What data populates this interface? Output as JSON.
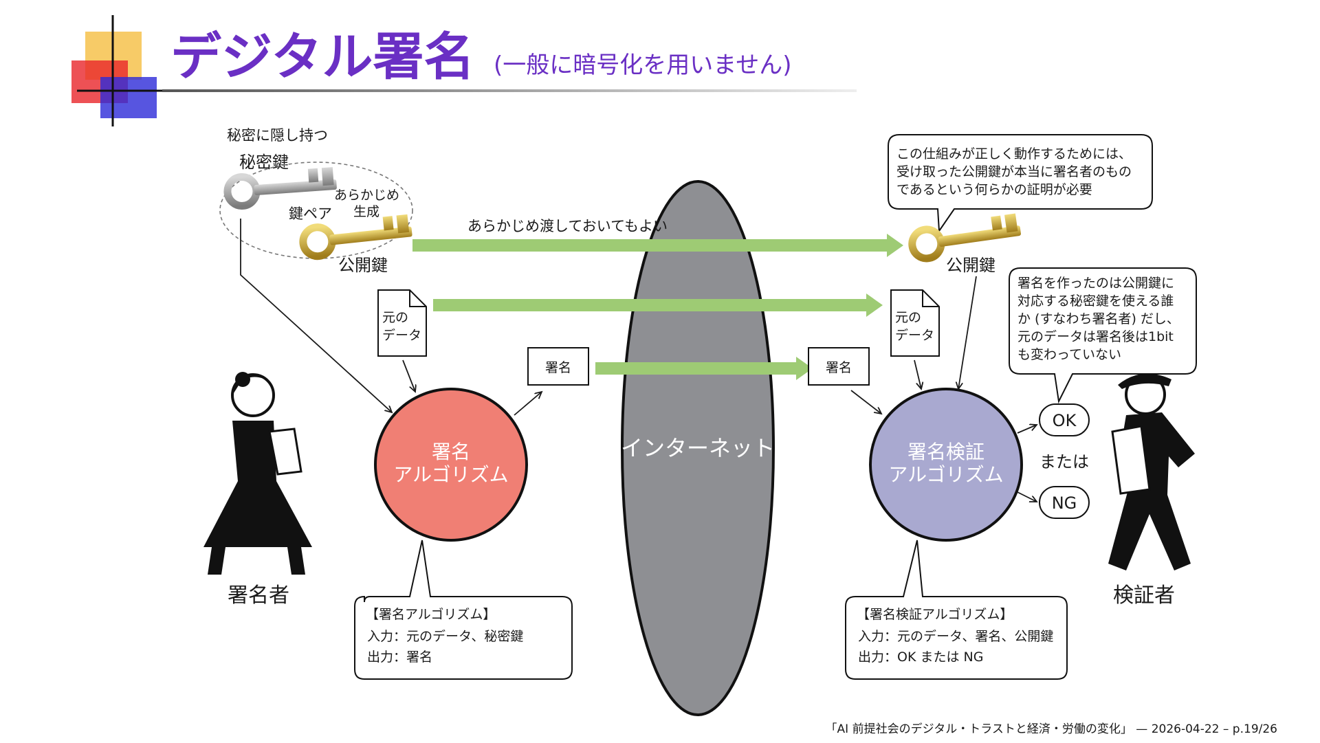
{
  "slide": {
    "title": "デジタル署名",
    "subtitle": "(一般に暗号化を用いません)",
    "footer": "「AI 前提社会のデジタル・トラストと経済・労働の変化」 — 2026-04-22 – p.19/26"
  },
  "signer_side": {
    "private_key_note": "秘密に隠し持つ",
    "private_key_label": "秘密鍵",
    "key_pair_label": "鍵ペア",
    "pregen_line1": "あらかじめ",
    "pregen_line2": "生成",
    "public_key_label": "公開鍵",
    "data_doc_line1": "元の",
    "data_doc_line2": "データ",
    "signature_box": "署名",
    "algo_line1": "署名",
    "algo_line2": "アルゴリズム",
    "person_label": "署名者",
    "info_box": {
      "title": "【署名アルゴリズム】",
      "input": "入力：元のデータ、秘密鍵",
      "output": "出力：署名"
    }
  },
  "internet": {
    "label": "インターネット",
    "key_transfer_note": "あらかじめ渡しておいてもよい"
  },
  "verifier_side": {
    "cert_note_line1": "この仕組みが正しく動作するためには、",
    "cert_note_line2": "受け取った公開鍵が本当に署名者のもの",
    "cert_note_line3": "であるという何らかの証明が必要",
    "public_key_label": "公開鍵",
    "data_doc_line1": "元の",
    "data_doc_line2": "データ",
    "signature_box": "署名",
    "algo_line1": "署名検証",
    "algo_line2": "アルゴリズム",
    "ok_label": "OK",
    "or_label": "または",
    "ng_label": "NG",
    "person_label": "検証者",
    "ok_meaning_line1": "署名を作ったのは公開鍵に",
    "ok_meaning_line2": "対応する秘密鍵を使える誰",
    "ok_meaning_line3": "か (すなわち署名者) だし、",
    "ok_meaning_line4": "元のデータは署名後は1bit",
    "ok_meaning_line5": "も変わっていない",
    "info_box": {
      "title": "【署名検証アルゴリズム】",
      "input": "入力：元のデータ、署名、公開鍵",
      "output": "出力：OK または NG"
    }
  },
  "colors": {
    "title": "#6a2fc4",
    "arrow_green": "#9ecb74",
    "sign_circle": "#f07f74",
    "verify_circle": "#a9a9d0",
    "internet": "#8e8f93",
    "key_gold": "#c9a83a",
    "key_silver": "#9a9a9a"
  }
}
